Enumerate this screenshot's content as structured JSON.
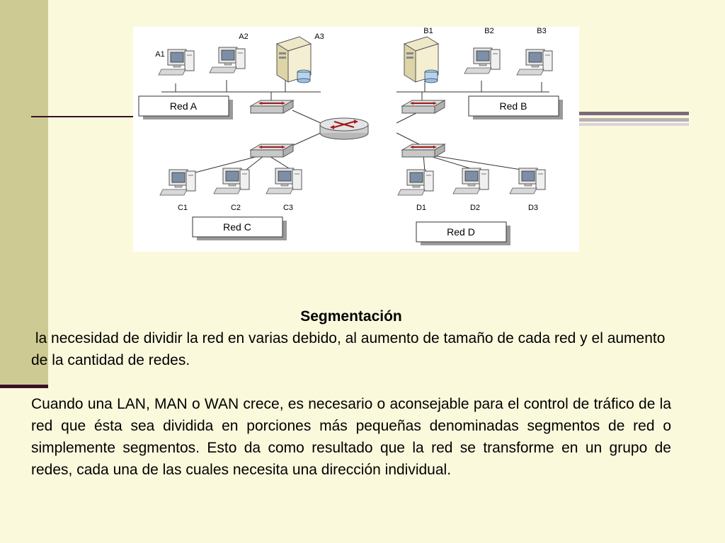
{
  "diagram": {
    "hosts": {
      "a1": "A1",
      "a2": "A2",
      "a3": "A3",
      "b1": "B1",
      "b2": "B2",
      "b3": "B3",
      "c1": "C1",
      "c2": "C2",
      "c3": "C3",
      "d1": "D1",
      "d2": "D2",
      "d3": "D3"
    },
    "networks": {
      "red_a": "Red A",
      "red_b": "Red B",
      "red_c": "Red C",
      "red_d": "Red D"
    }
  },
  "text": {
    "title": "Segmentación",
    "paragraph1": " la necesidad de dividir la red en varias debido, al aumento de tamaño de cada red y el aumento de la cantidad de redes.",
    "paragraph2": "Cuando una LAN, MAN o WAN crece, es necesario o aconsejable para el control de tráfico de la red que ésta sea dividida en porciones más pequeñas denominadas segmentos de red o simplemente segmentos. Esto da como resultado que la red se transforme en un grupo de redes, cada una de las cuales necesita una dirección individual."
  }
}
